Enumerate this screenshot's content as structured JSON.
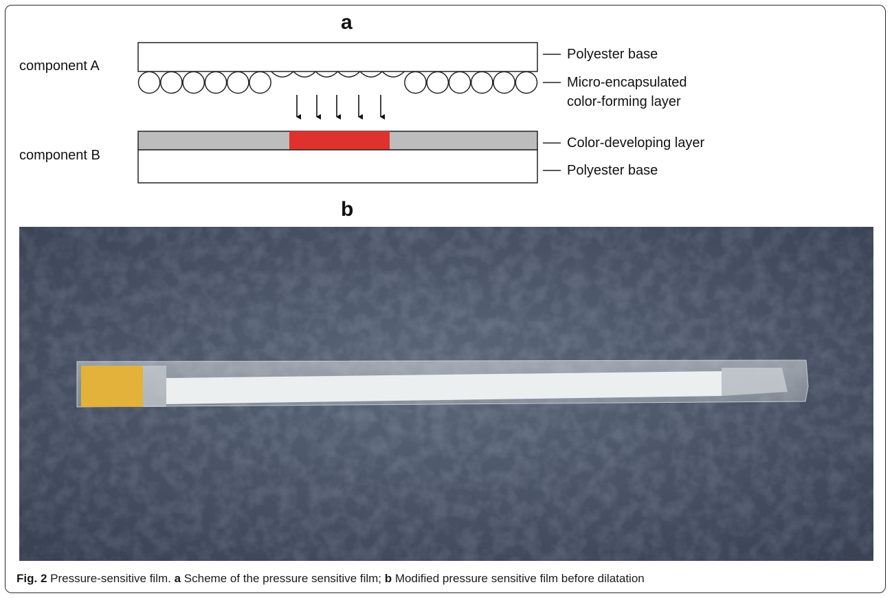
{
  "panel_a": {
    "letter": "a",
    "component_a": "component A",
    "component_b": "component B",
    "labels": {
      "polyester_base_top": "Polyester base",
      "micro_layer_line1": "Micro-encapsulated",
      "micro_layer_line2": "color-forming layer",
      "color_developing": "Color-developing layer",
      "polyester_base_bottom": "Polyester base"
    },
    "colors": {
      "developing_layer": "#bdbdbd",
      "developed_color": "#e0322c"
    }
  },
  "panel_b": {
    "letter": "b",
    "photo_description_colors": {
      "background": "#485468",
      "film": "#e9ecec",
      "tab": "#e2b23a"
    }
  },
  "caption": {
    "fig_label": "Fig. 2",
    "title_text": "Pressure-sensitive film.",
    "a_letter": "a",
    "a_text": "Scheme of the pressure sensitive film;",
    "b_letter": "b",
    "b_text": "Modified pressure sensitive film before dilatation"
  }
}
